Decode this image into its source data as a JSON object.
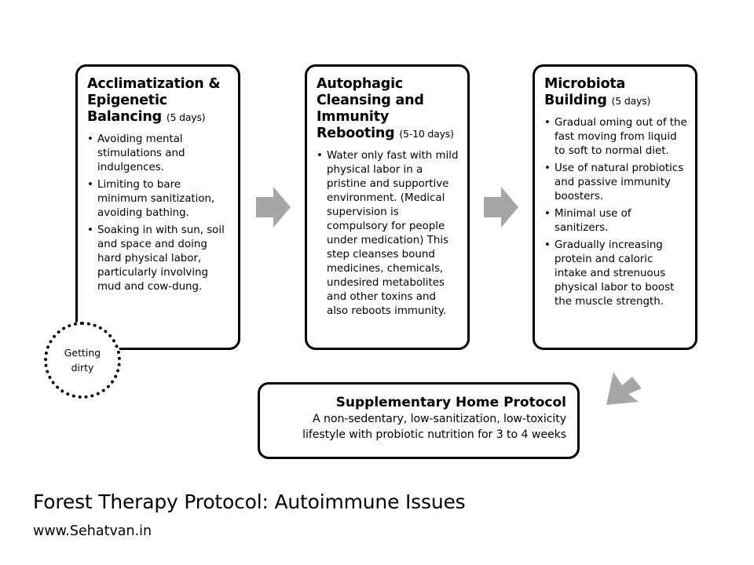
{
  "steps": [
    {
      "title": "Acclimatization & Epigenetic Balancing",
      "duration": "(5 days)",
      "bullets": [
        "Avoiding mental stimulations and indulgences.",
        "Limiting to bare minimum sanitization, avoiding bathing.",
        "Soaking in with sun, soil and space and doing hard physical labor, particularly involving mud and cow-dung."
      ]
    },
    {
      "title": "Autophagic Cleansing and Immunity Rebooting",
      "duration": "(5-10 days)",
      "bullets": [
        "Water only fast with mild physical labor in a pristine and supportive environment. (Medical supervision is compulsory for people under medication) This step cleanses bound medicines, chemicals, undesired metabolites and other toxins and also reboots immunity."
      ]
    },
    {
      "title": "Microbiota Building",
      "duration": "(5 days)",
      "bullets": [
        "Gradual oming out of the fast moving from liquid to soft to normal diet.",
        "Use of natural probiotics and passive immunity boosters.",
        "Minimal use of sanitizers.",
        "Gradually increasing protein and caloric intake and strenuous physical labor to boost the muscle strength."
      ]
    }
  ],
  "badge": {
    "text": "Getting\ndirty"
  },
  "home_protocol": {
    "title": "Supplementary Home Protocol",
    "description": "A non-sedentary, low-sanitization, low-toxicity lifestyle with probiotic nutrition for 3 to 4 weeks"
  },
  "page_title": "Forest Therapy Protocol: Autoimmune Issues",
  "website": "www.Sehatvan.in",
  "colors": {
    "border": "#000000",
    "arrow": "#a6a6a6",
    "background": "#ffffff"
  },
  "icons": [
    "right-arrow-icon",
    "right-arrow-icon",
    "down-left-arrow-icon"
  ]
}
